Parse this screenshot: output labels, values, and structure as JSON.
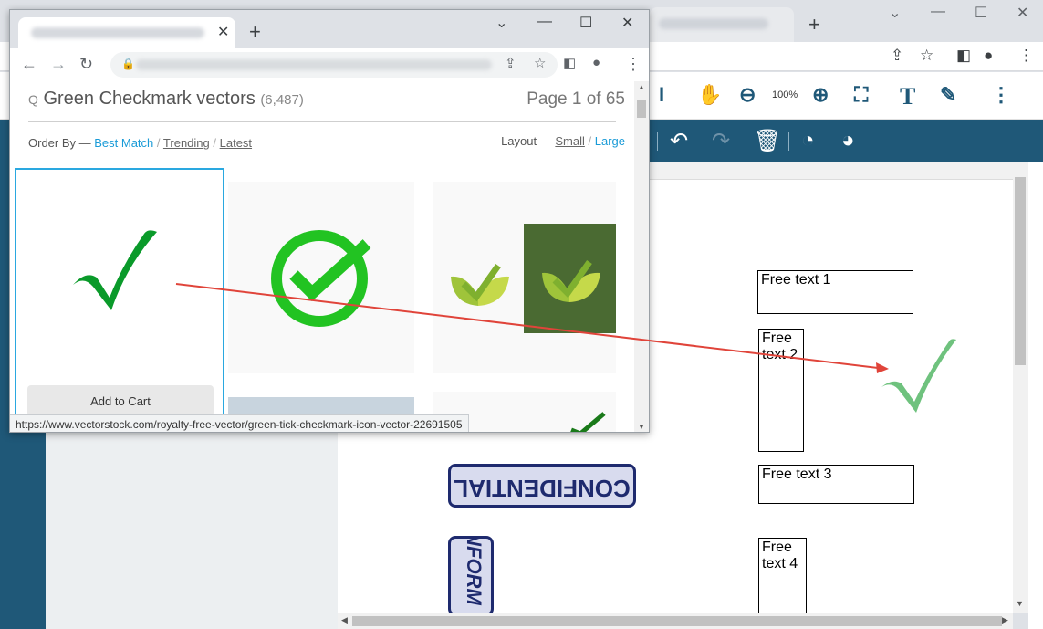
{
  "background_window": {
    "newtab_label": "+",
    "window_controls": [
      "⌄",
      "—",
      "☐",
      "✕"
    ],
    "pdf_editor": {
      "zoom_level": "100%",
      "free_texts": [
        "Free text 1",
        "Free text 2",
        "Free text 3",
        "Free text 4"
      ],
      "stamps": [
        "CONFIDENTIAL",
        "INFORM"
      ]
    }
  },
  "popup": {
    "tab_close": "✕",
    "newtab_label": "+",
    "window_controls": [
      "⌄",
      "—",
      "☐",
      "✕"
    ],
    "search": {
      "title": "Green Checkmark vectors",
      "count": "(6,487)",
      "page_indicator": "Page 1 of 65"
    },
    "order_by": {
      "label": "Order By —",
      "options": [
        "Best Match",
        "Trending",
        "Latest"
      ],
      "active": "Best Match"
    },
    "layout": {
      "label": "Layout —",
      "options": [
        "Small",
        "Large"
      ],
      "active": "Large"
    },
    "add_to_cart": "Add to Cart",
    "status_url": "https://www.vectorstock.com/royalty-free-vector/green-tick-checkmark-icon-vector-22691505"
  },
  "colors": {
    "accent_blue": "#1a9bd7",
    "pdf_bar": "#1f5878",
    "check_green": "#0a9a2a",
    "arrow_red": "#e0443a"
  }
}
